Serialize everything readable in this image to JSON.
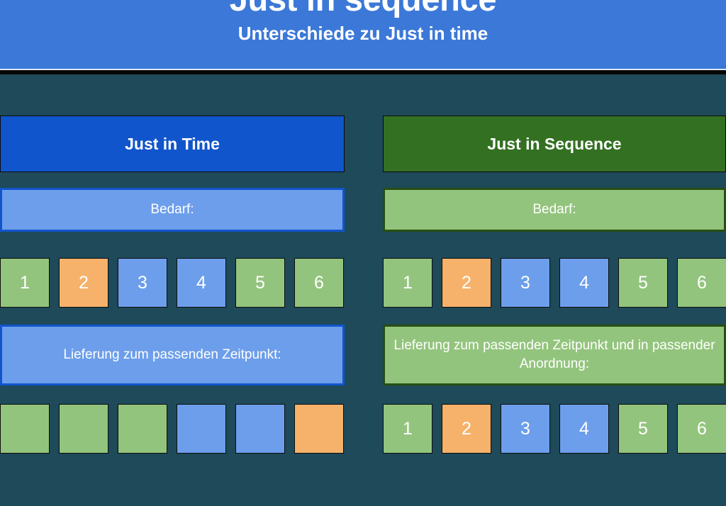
{
  "header": {
    "title": "Just in sequence",
    "subtitle": "Unterschiede zu Just in time",
    "background_color": "#3b78d8"
  },
  "theme": {
    "page_background": "#1e4a5a",
    "green": "#93c47d",
    "orange": "#f6b26b",
    "blue": "#6d9eeb",
    "dark_blue": "#1155cc",
    "dark_green": "#337022",
    "text_color": "#ffffff"
  },
  "columns": [
    {
      "id": "just-in-time",
      "title": "Just in Time",
      "title_color": "#1155cc",
      "banner_color": "#6d9eeb",
      "banner_border": "#1155cc",
      "demand_label": "Bedarf:",
      "delivery_label": "Lieferung zum passenden Zeitpunkt:",
      "demand_row": [
        {
          "label": "1",
          "color": "green"
        },
        {
          "label": "2",
          "color": "orange"
        },
        {
          "label": "3",
          "color": "blue"
        },
        {
          "label": "4",
          "color": "blue"
        },
        {
          "label": "5",
          "color": "green"
        },
        {
          "label": "6",
          "color": "green"
        }
      ],
      "delivery_row": [
        {
          "label": "",
          "color": "green"
        },
        {
          "label": "",
          "color": "green"
        },
        {
          "label": "",
          "color": "green"
        },
        {
          "label": "",
          "color": "blue"
        },
        {
          "label": "",
          "color": "blue"
        },
        {
          "label": "",
          "color": "orange"
        }
      ]
    },
    {
      "id": "just-in-sequence",
      "title": "Just in Sequence",
      "title_color": "#337022",
      "banner_color": "#93c47d",
      "banner_border": "#274e13",
      "demand_label": "Bedarf:",
      "delivery_label": "Lieferung zum passenden Zeitpunkt und in passender Anordnung:",
      "demand_row": [
        {
          "label": "1",
          "color": "green"
        },
        {
          "label": "2",
          "color": "orange"
        },
        {
          "label": "3",
          "color": "blue"
        },
        {
          "label": "4",
          "color": "blue"
        },
        {
          "label": "5",
          "color": "green"
        },
        {
          "label": "6",
          "color": "green"
        }
      ],
      "delivery_row": [
        {
          "label": "1",
          "color": "green"
        },
        {
          "label": "2",
          "color": "orange"
        },
        {
          "label": "3",
          "color": "blue"
        },
        {
          "label": "4",
          "color": "blue"
        },
        {
          "label": "5",
          "color": "green"
        },
        {
          "label": "6",
          "color": "green"
        }
      ]
    }
  ]
}
